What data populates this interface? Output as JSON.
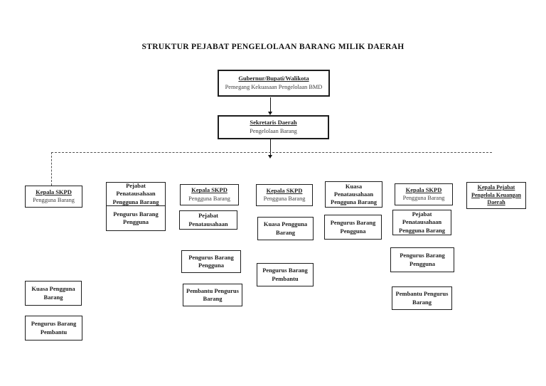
{
  "diagram": {
    "title": "STRUKTUR PEJABAT PENGELOLAAN BARANG MILIK DAERAH",
    "colors": {
      "background": "#ffffff",
      "box_border": "#1d1d1d",
      "title_text": "#121212",
      "subtitle_text": "#3e3e3e",
      "dashed_line": "#525252"
    },
    "nodes": {
      "gubernur": {
        "title": "Gubernur/Bupati/Walikota",
        "subtitle": "Pemegang Kekuasaan Pengelolaan BMD"
      },
      "sekretaris": {
        "title": "Sekretaris Daerah",
        "subtitle": "Pengelolaan Barang"
      },
      "skpd1": {
        "title": "Kepala SKPD",
        "subtitle": "Pengguna Barang"
      },
      "skpd1_kuasa": {
        "label": "Kuasa Pengguna Barang"
      },
      "skpd1_pengurus_pembantu": {
        "label": "Pengurus Barang Pembantu"
      },
      "col2_pejabat": {
        "label": "Pejabat Penatausahaan Pengguna Barang"
      },
      "col2_pengurus": {
        "label": "Pengurus Barang Pengguna"
      },
      "skpd2": {
        "title": "Kepala SKPD",
        "subtitle": "Pengguna Barang"
      },
      "skpd2_pejabat": {
        "label": "Pejabat Penatausahaan"
      },
      "skpd2_pengurus": {
        "label": "Pengurus Barang Pengguna"
      },
      "skpd2_pembantu": {
        "label": "Pembantu Pengurus Barang"
      },
      "skpd3": {
        "title": "Kepala SKPD",
        "subtitle": "Pengguna Barang"
      },
      "skpd3_kuasa": {
        "label": "Kuasa Pengguna Barang"
      },
      "skpd3_pengurus_pembantu": {
        "label": "Pengurus Barang Pembantu"
      },
      "col5_kuasa_penatausahaan": {
        "label": "Kuasa Penatausahaan Pengguna Barang"
      },
      "col5_pengurus": {
        "label": "Pengurus Barang Pengguna"
      },
      "skpd4": {
        "title": "Kepala SKPD",
        "subtitle": "Pengguna Barang"
      },
      "skpd4_pejabat": {
        "label": "Pejabat Penatausahaan Pengguna Barang"
      },
      "skpd4_pengurus": {
        "label": "Pengurus Barang Pengguna"
      },
      "skpd4_pembantu": {
        "label": "Pembantu Pengurus Barang"
      },
      "ppkd": {
        "label": "Kepala Pejabat Pengelola Keuangan Daerah"
      }
    }
  }
}
